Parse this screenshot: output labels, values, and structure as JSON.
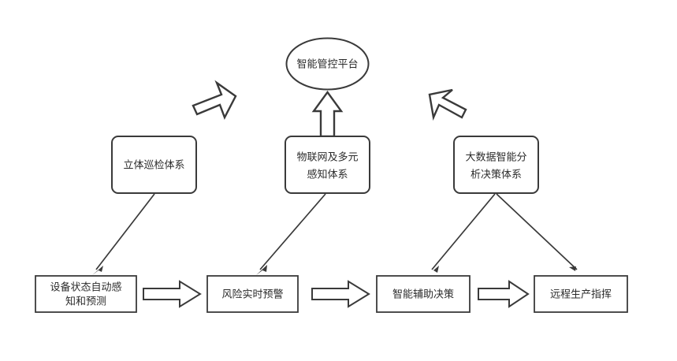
{
  "diagram": {
    "title_node": {
      "id": "platform",
      "label": "智能管控平台",
      "shape": "ellipse"
    },
    "middle_nodes": [
      {
        "id": "inspection-system",
        "label_line1": "立体巡检体系",
        "label_line2": "",
        "shape": "rounded-rect"
      },
      {
        "id": "iot-sensing-system",
        "label_line1": "物联网及多元",
        "label_line2": "感知体系",
        "shape": "rounded-rect"
      },
      {
        "id": "bigdata-decision-system",
        "label_line1": "大数据智能分",
        "label_line2": "析决策体系",
        "shape": "rounded-rect"
      }
    ],
    "bottom_nodes": [
      {
        "id": "equipment-status",
        "label_line1": "设备状态自动感",
        "label_line2": "知和预测",
        "shape": "rect"
      },
      {
        "id": "risk-alert",
        "label_line1": "风险实时预警",
        "label_line2": "",
        "shape": "rect"
      },
      {
        "id": "smart-decision-support",
        "label_line1": "智能辅助决策",
        "label_line2": "",
        "shape": "rect"
      },
      {
        "id": "remote-production-command",
        "label_line1": "远程生产指挥",
        "label_line2": "",
        "shape": "rect"
      }
    ],
    "flow_arrows": [
      {
        "id": "flow-arrow-1",
        "from": "equipment-status",
        "to": "risk-alert",
        "style": "block-arrow-right"
      },
      {
        "id": "flow-arrow-2",
        "from": "risk-alert",
        "to": "smart-decision-support",
        "style": "block-arrow-right"
      },
      {
        "id": "flow-arrow-3",
        "from": "smart-decision-support",
        "to": "remote-production-command",
        "style": "block-arrow-right"
      }
    ],
    "upward_arrows": [
      {
        "id": "bent-arrow-left",
        "direction": "up-right",
        "style": "bent-block-arrow-outline"
      },
      {
        "id": "up-arrow-center",
        "direction": "up",
        "style": "block-arrow-up-outline"
      },
      {
        "id": "bent-arrow-right",
        "direction": "up-left",
        "style": "bent-block-arrow-outline"
      }
    ],
    "connectors": [
      {
        "id": "connector-inspection-to-equipment",
        "from": "inspection-system",
        "to": "equipment-status"
      },
      {
        "id": "connector-iot-to-risk",
        "from": "iot-sensing-system",
        "to": "risk-alert"
      },
      {
        "id": "connector-bigdata-to-decision",
        "from": "bigdata-decision-system",
        "to": "smart-decision-support"
      },
      {
        "id": "connector-bigdata-to-command",
        "from": "bigdata-decision-system",
        "to": "remote-production-command"
      }
    ],
    "colors": {
      "background": "#ffffff",
      "stroke": "#3a3a3a",
      "text": "#2b2b2b"
    }
  }
}
